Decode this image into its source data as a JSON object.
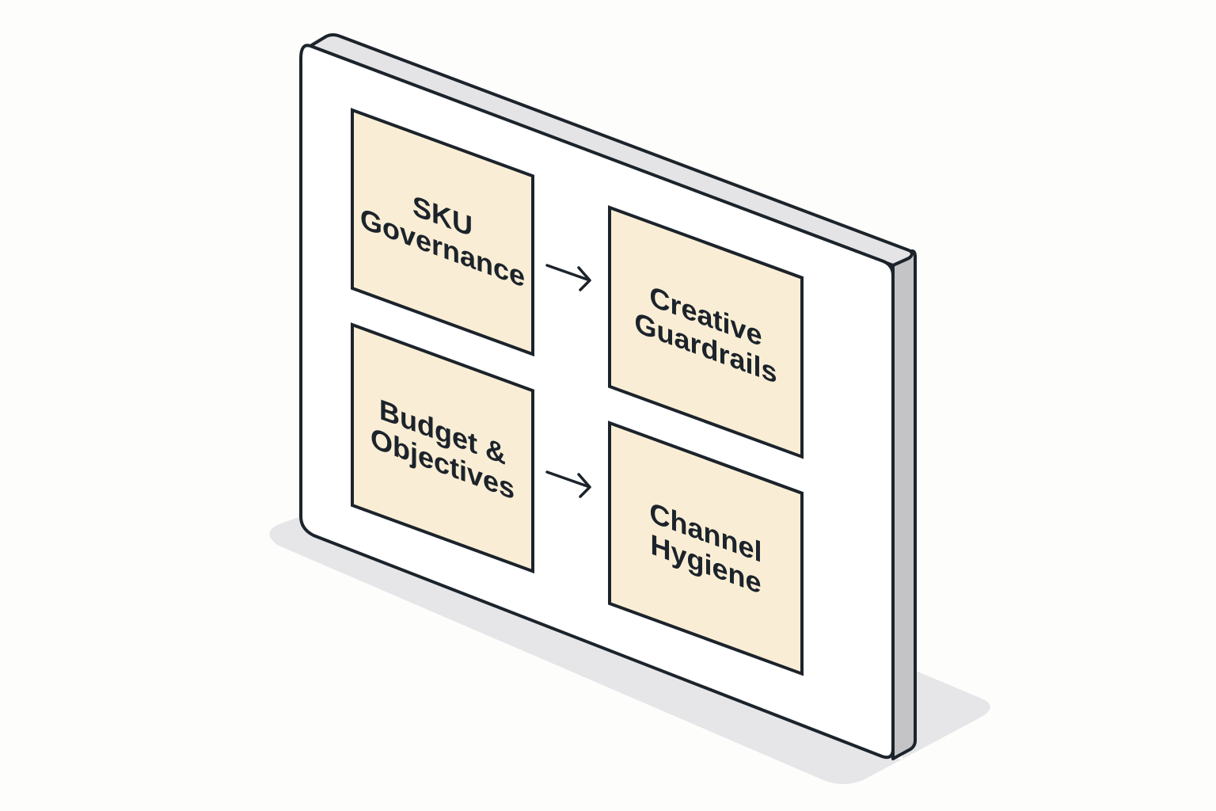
{
  "diagram": {
    "type": "isometric-board",
    "colors": {
      "background": "#fdfdfc",
      "board_face": "#ffffff",
      "board_edge": "#e4e4e6",
      "board_side": "#c4c4c6",
      "shadow": "#e6e6e8",
      "box_fill": "#f9eed5",
      "stroke": "#1c232b"
    },
    "boxes": [
      {
        "id": "sku-governance",
        "lines": [
          "SKU",
          "Governance"
        ]
      },
      {
        "id": "creative-guardrails",
        "lines": [
          "Creative",
          "Guardrails"
        ]
      },
      {
        "id": "budget-objectives",
        "lines": [
          "Budget &",
          "Objectives"
        ]
      },
      {
        "id": "channel-hygiene",
        "lines": [
          "Channel",
          "Hygiene"
        ]
      }
    ],
    "arrows": [
      {
        "from": "sku-governance",
        "to": "creative-guardrails"
      },
      {
        "from": "budget-objectives",
        "to": "channel-hygiene"
      }
    ]
  }
}
